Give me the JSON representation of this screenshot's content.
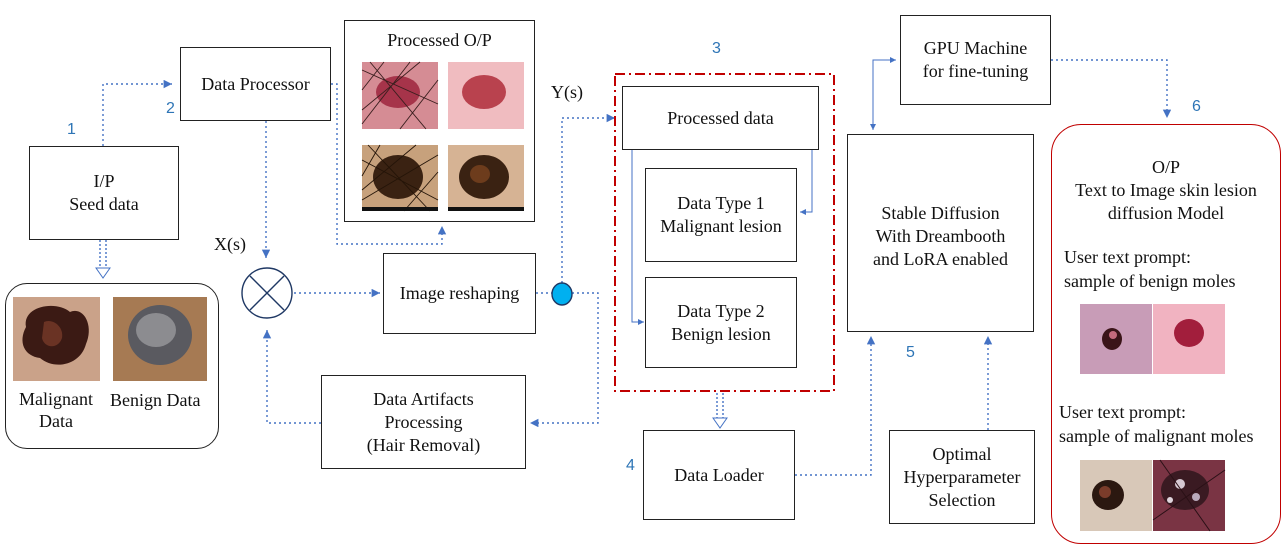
{
  "steps": {
    "s1": "1",
    "s2": "2",
    "s3": "3",
    "s4": "4",
    "s5": "5",
    "s6": "6"
  },
  "input": {
    "title": "I/P",
    "subtitle": "Seed data"
  },
  "seed": {
    "malignant_line1": "Malignant",
    "malignant_line2": "Data",
    "benign": "Benign Data"
  },
  "processor": {
    "label": "Data Processor"
  },
  "processed_op": {
    "title": "Processed O/P"
  },
  "signals": {
    "x": "X(s)",
    "y": "Y(s)"
  },
  "reshaping": {
    "label": "Image reshaping"
  },
  "artifacts": {
    "line1": "Data Artifacts",
    "line2": "Processing",
    "line3": "(Hair Removal)"
  },
  "processed_data": {
    "label": "Processed data"
  },
  "type1": {
    "line1": "Data Type 1",
    "line2": "Malignant lesion"
  },
  "type2": {
    "line1": "Data Type 2",
    "line2": "Benign lesion"
  },
  "loader": {
    "label": "Data Loader"
  },
  "gpu": {
    "line1": "GPU Machine",
    "line2": "for fine-tuning"
  },
  "sd": {
    "line1": "Stable Diffusion",
    "line2": "With Dreambooth",
    "line3": "and LoRA enabled"
  },
  "hyper": {
    "line1": "Optimal",
    "line2": "Hyperparameter",
    "line3": "Selection"
  },
  "output": {
    "title": "O/P",
    "line1": "Text to Image skin lesion",
    "line2": "diffusion Model",
    "benign_prompt1": "User text prompt:",
    "benign_prompt2": "sample of benign moles",
    "malignant_prompt1": "User text prompt:",
    "malignant_prompt2": "sample of malignant moles"
  },
  "colors": {
    "arrow": "#4472c4",
    "step_number": "#2e75b6",
    "red_frame": "#c00000",
    "junction": "#00b0f0"
  }
}
